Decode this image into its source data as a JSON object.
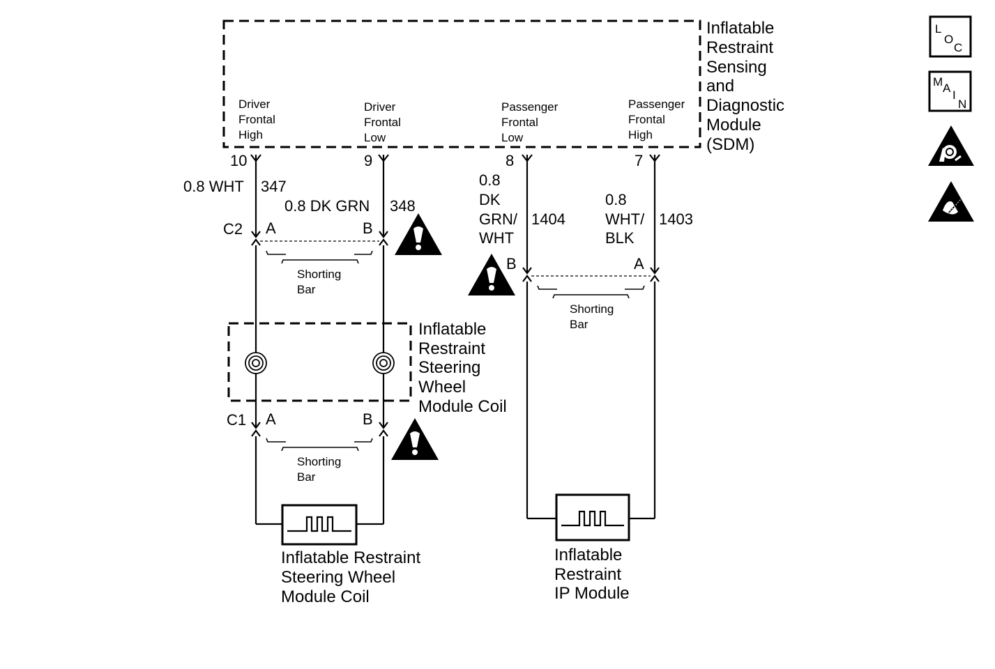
{
  "sdm": {
    "title_lines": [
      "Inflatable",
      "Restraint",
      "Sensing",
      "and",
      "Diagnostic",
      "Module",
      "(SDM)"
    ],
    "terminals": [
      {
        "lines": [
          "Driver",
          "Frontal",
          "High"
        ],
        "pin": "10"
      },
      {
        "lines": [
          "Driver",
          "Frontal",
          "Low"
        ],
        "pin": "9"
      },
      {
        "lines": [
          "Passenger",
          "Frontal",
          "Low"
        ],
        "pin": "8"
      },
      {
        "lines": [
          "Passenger",
          "Frontal",
          "High"
        ],
        "pin": "7"
      }
    ]
  },
  "wires": {
    "w347": {
      "gauge_color": "0.8 WHT",
      "circuit": "347"
    },
    "w348": {
      "gauge_color": "0.8 DK GRN",
      "circuit": "348"
    },
    "w1404": {
      "lines": [
        "0.8",
        "DK",
        "GRN/",
        "WHT"
      ],
      "circuit": "1404"
    },
    "w1403": {
      "lines": [
        "0.8",
        "WHT/",
        "BLK"
      ],
      "circuit": "1403"
    }
  },
  "connectors": {
    "c2": {
      "name": "C2",
      "pin_a": "A",
      "pin_b": "B"
    },
    "c1": {
      "name": "C1",
      "pin_a": "A",
      "pin_b": "B"
    },
    "pass": {
      "pin_b": "B",
      "pin_a": "A"
    }
  },
  "shorting_bar": [
    "Shorting",
    "Bar"
  ],
  "coil_module": {
    "lines": [
      "Inflatable",
      "Restraint",
      "Steering",
      "Wheel",
      "Module Coil"
    ]
  },
  "driver_module": {
    "lines": [
      "Inflatable Restraint",
      "Steering Wheel",
      "Module Coil"
    ]
  },
  "ip_module": {
    "lines": [
      "Inflatable",
      "Restraint",
      "IP Module"
    ]
  },
  "side_icons": {
    "loc": {
      "letters": [
        "L",
        "O",
        "C"
      ]
    },
    "main": {
      "letters": [
        "M",
        "A",
        "I",
        "N"
      ]
    },
    "airbag_icon": "airbag-warning-icon",
    "esd_icon": "esd-warning-icon"
  }
}
